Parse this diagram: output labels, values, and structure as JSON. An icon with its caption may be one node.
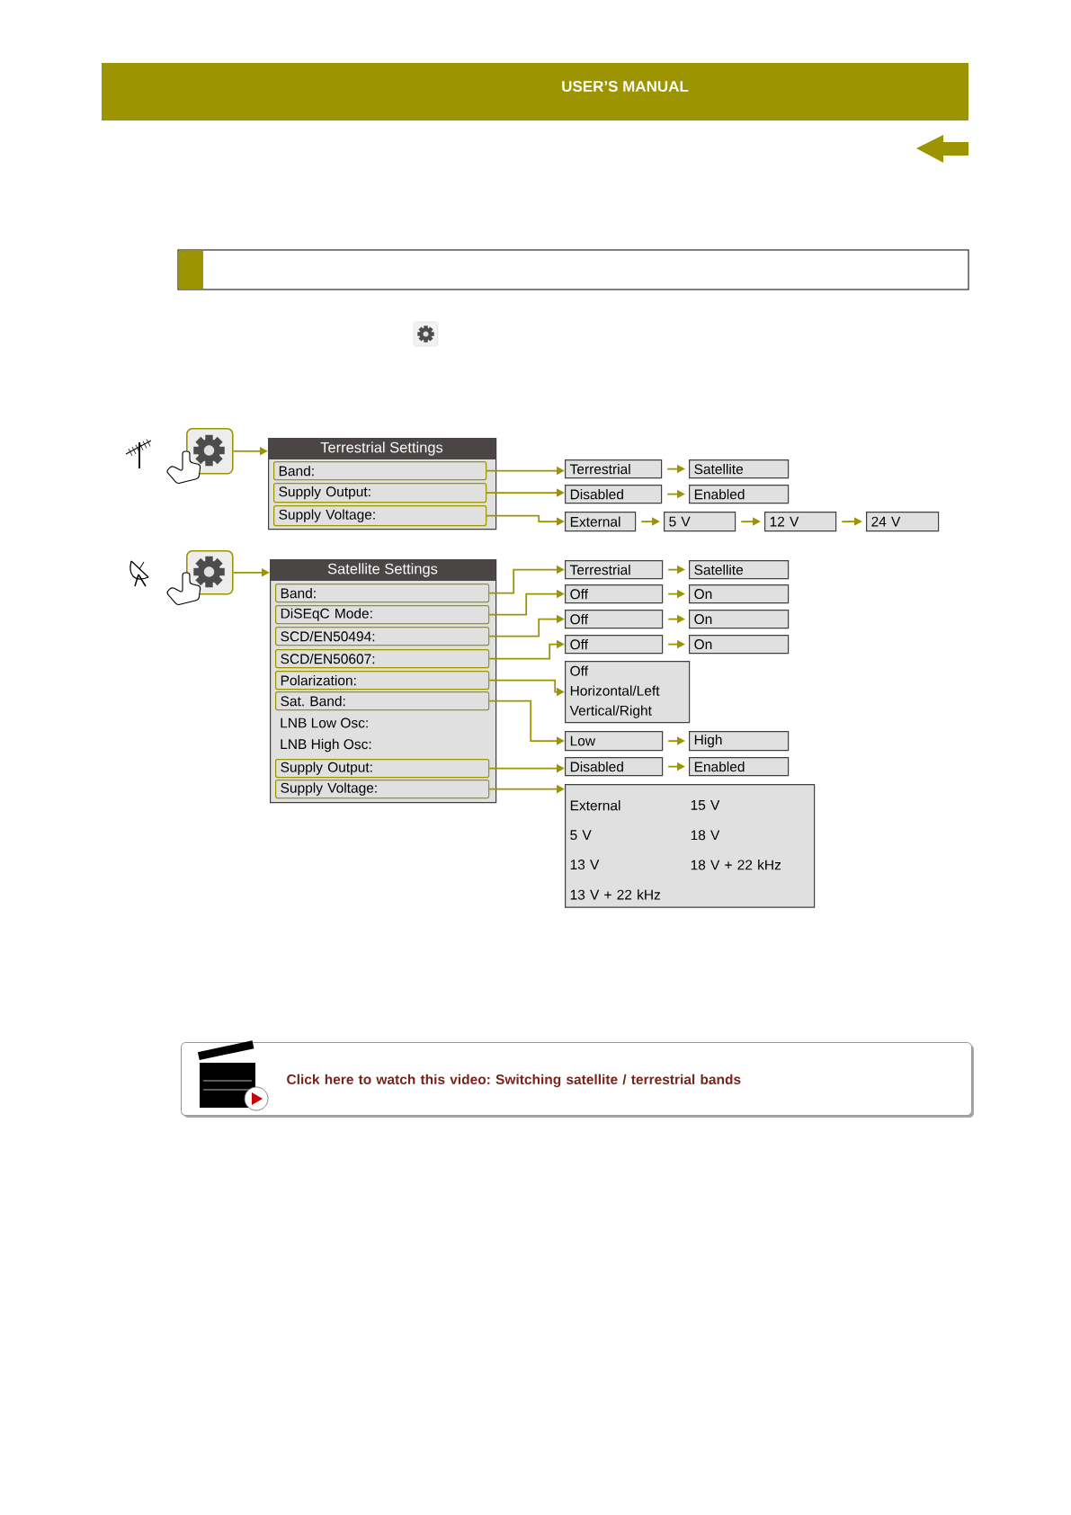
{
  "diagram": {
    "nodes": [
      {
        "text": [],
        "shape": "box"
      },
      {
        "text": [
          "Terrestrial Settings"
        ]
      },
      {
        "text": [
          "Band:"
        ],
        "in": 1
      },
      {
        "text": [
          "Supply Output:"
        ],
        "in": 1
      },
      {
        "text": [
          "Supply Voltage:"
        ],
        "in": 1
      },
      {
        "text": [
          "Terrestrial"
        ]
      },
      {
        "text": [
          "Satellite"
        ]
      },
      {
        "text": [
          "Disabled"
        ]
      },
      {
        "text": [
          "Enabled"
        ]
      },
      {
        "text": [
          "External"
        ]
      },
      {
        "text": [
          "5 V"
        ]
      },
      {
        "text": [
          "12 V"
        ]
      },
      {
        "text": [
          "24 V"
        ]
      },
      {
        "text": [],
        "shape": "box"
      },
      {
        "text": [
          "Satellite Settings",
          "LNB Low Osc:",
          "LNB High Osc:"
        ]
      },
      {
        "text": [
          "Band:"
        ],
        "in": 14
      },
      {
        "text": [
          "DiSEqC Mode:"
        ],
        "in": 14
      },
      {
        "text": [
          "SCD/EN50494:"
        ],
        "in": 14
      },
      {
        "text": [
          "SCD/EN50607:"
        ],
        "in": 14
      },
      {
        "text": [
          "Polarization:"
        ],
        "in": 14
      },
      {
        "text": [
          "Sat. Band:"
        ],
        "in": 14
      },
      {
        "text": [
          "Supply Output:"
        ],
        "in": 14
      },
      {
        "text": [
          "Supply Voltage:"
        ],
        "in": 14
      },
      {
        "text": [
          "Terrestrial"
        ]
      },
      {
        "text": [
          "Satellite"
        ]
      },
      {
        "text": [
          "Off"
        ]
      },
      {
        "text": [
          "On"
        ]
      },
      {
        "text": [
          "Off"
        ]
      },
      {
        "text": [
          "On"
        ]
      },
      {
        "text": [
          "Off"
        ]
      },
      {
        "text": [
          "On"
        ]
      },
      {
        "text": [
          "Off",
          "Horizontal/Left",
          "Vertical/Right"
        ]
      },
      {
        "text": [
          "Low"
        ]
      },
      {
        "text": [
          "High"
        ]
      },
      {
        "text": [
          "Disabled"
        ]
      },
      {
        "text": [
          "Enabled"
        ]
      },
      {
        "text": [
          "External",
          "15 V",
          "5 V",
          "18 V",
          "13 V",
          "18 V + 22 kHz",
          "13 V + 22 kHz"
        ]
      },
      {
        "text": [
          "Click here to watch this video: Switching satellite / terrestrial bands"
        ]
      }
    ],
    "edges": [
      {
        "from": 0,
        "to": 1,
        "arrow": "to"
      },
      {
        "from": 2,
        "to": 5,
        "arrow": "to"
      },
      {
        "from": 5,
        "to": 6,
        "arrow": "to"
      },
      {
        "from": 3,
        "to": 7,
        "arrow": "to"
      },
      {
        "from": 7,
        "to": 8,
        "arrow": "to"
      },
      {
        "from": 4,
        "to": 9,
        "arrow": "to"
      },
      {
        "from": 9,
        "to": 10,
        "arrow": "to"
      },
      {
        "from": 10,
        "to": 11,
        "arrow": "to"
      },
      {
        "from": 11,
        "to": 12,
        "arrow": "to"
      },
      {
        "from": 13,
        "to": 14,
        "arrow": "to"
      },
      {
        "from": 15,
        "to": 23,
        "arrow": "to"
      },
      {
        "from": 23,
        "to": 24,
        "arrow": "to"
      },
      {
        "from": 16,
        "to": 25,
        "arrow": "to"
      },
      {
        "from": 25,
        "to": 26,
        "arrow": "to"
      },
      {
        "from": 17,
        "to": 27,
        "arrow": "to"
      },
      {
        "from": 27,
        "to": 28,
        "arrow": "to"
      },
      {
        "from": 18,
        "to": 29,
        "arrow": "to"
      },
      {
        "from": 29,
        "to": 30,
        "arrow": "to"
      },
      {
        "from": 19,
        "to": 31,
        "arrow": "to"
      },
      {
        "from": 20,
        "to": 32,
        "arrow": "to"
      },
      {
        "from": 32,
        "to": 33,
        "arrow": "to"
      },
      {
        "from": 21,
        "to": 34,
        "arrow": "to"
      },
      {
        "from": 34,
        "to": 35,
        "arrow": "to"
      },
      {
        "from": 22,
        "to": 36,
        "arrow": "to"
      }
    ],
    "labels": [
      "USER’S MANUAL"
    ]
  }
}
